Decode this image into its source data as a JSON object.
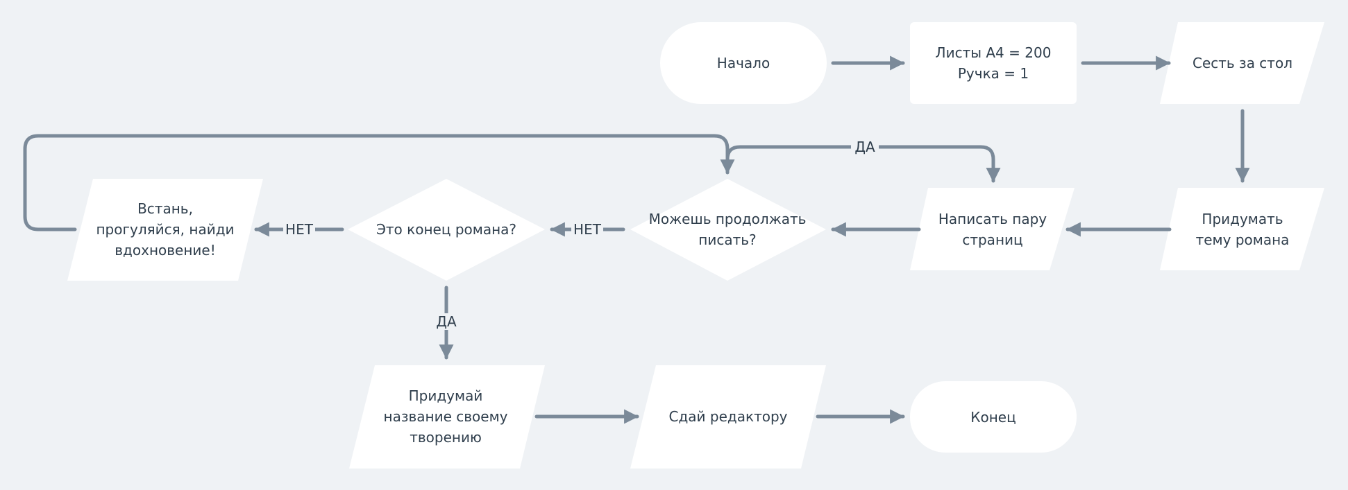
{
  "nodes": {
    "start": "Начало",
    "init_vars": "Листы А4 = 200\nРучка = 1",
    "sit_at_table": "Сесть за стол",
    "invent_topic": "Придумать\nтему романа",
    "write_pages": "Написать пару\nстраниц",
    "can_continue": "Можешь продолжать\nписать?",
    "is_end": "Это конец романа?",
    "take_walk": "Встань,\nпрогуляйся, найди\nвдохновение!",
    "invent_title": "Придумай\nназвание своему\nтворению",
    "submit_editor": "Сдай редактору",
    "end": "Конец"
  },
  "edge_labels": {
    "yes_top": "ДА",
    "no_left": "НЕТ",
    "no_right": "НЕТ",
    "yes_down": "ДА"
  },
  "colors": {
    "background": "#eff2f5",
    "node_fill": "#ffffff",
    "connector": "#7b8a99",
    "text": "#2f3e4c"
  }
}
